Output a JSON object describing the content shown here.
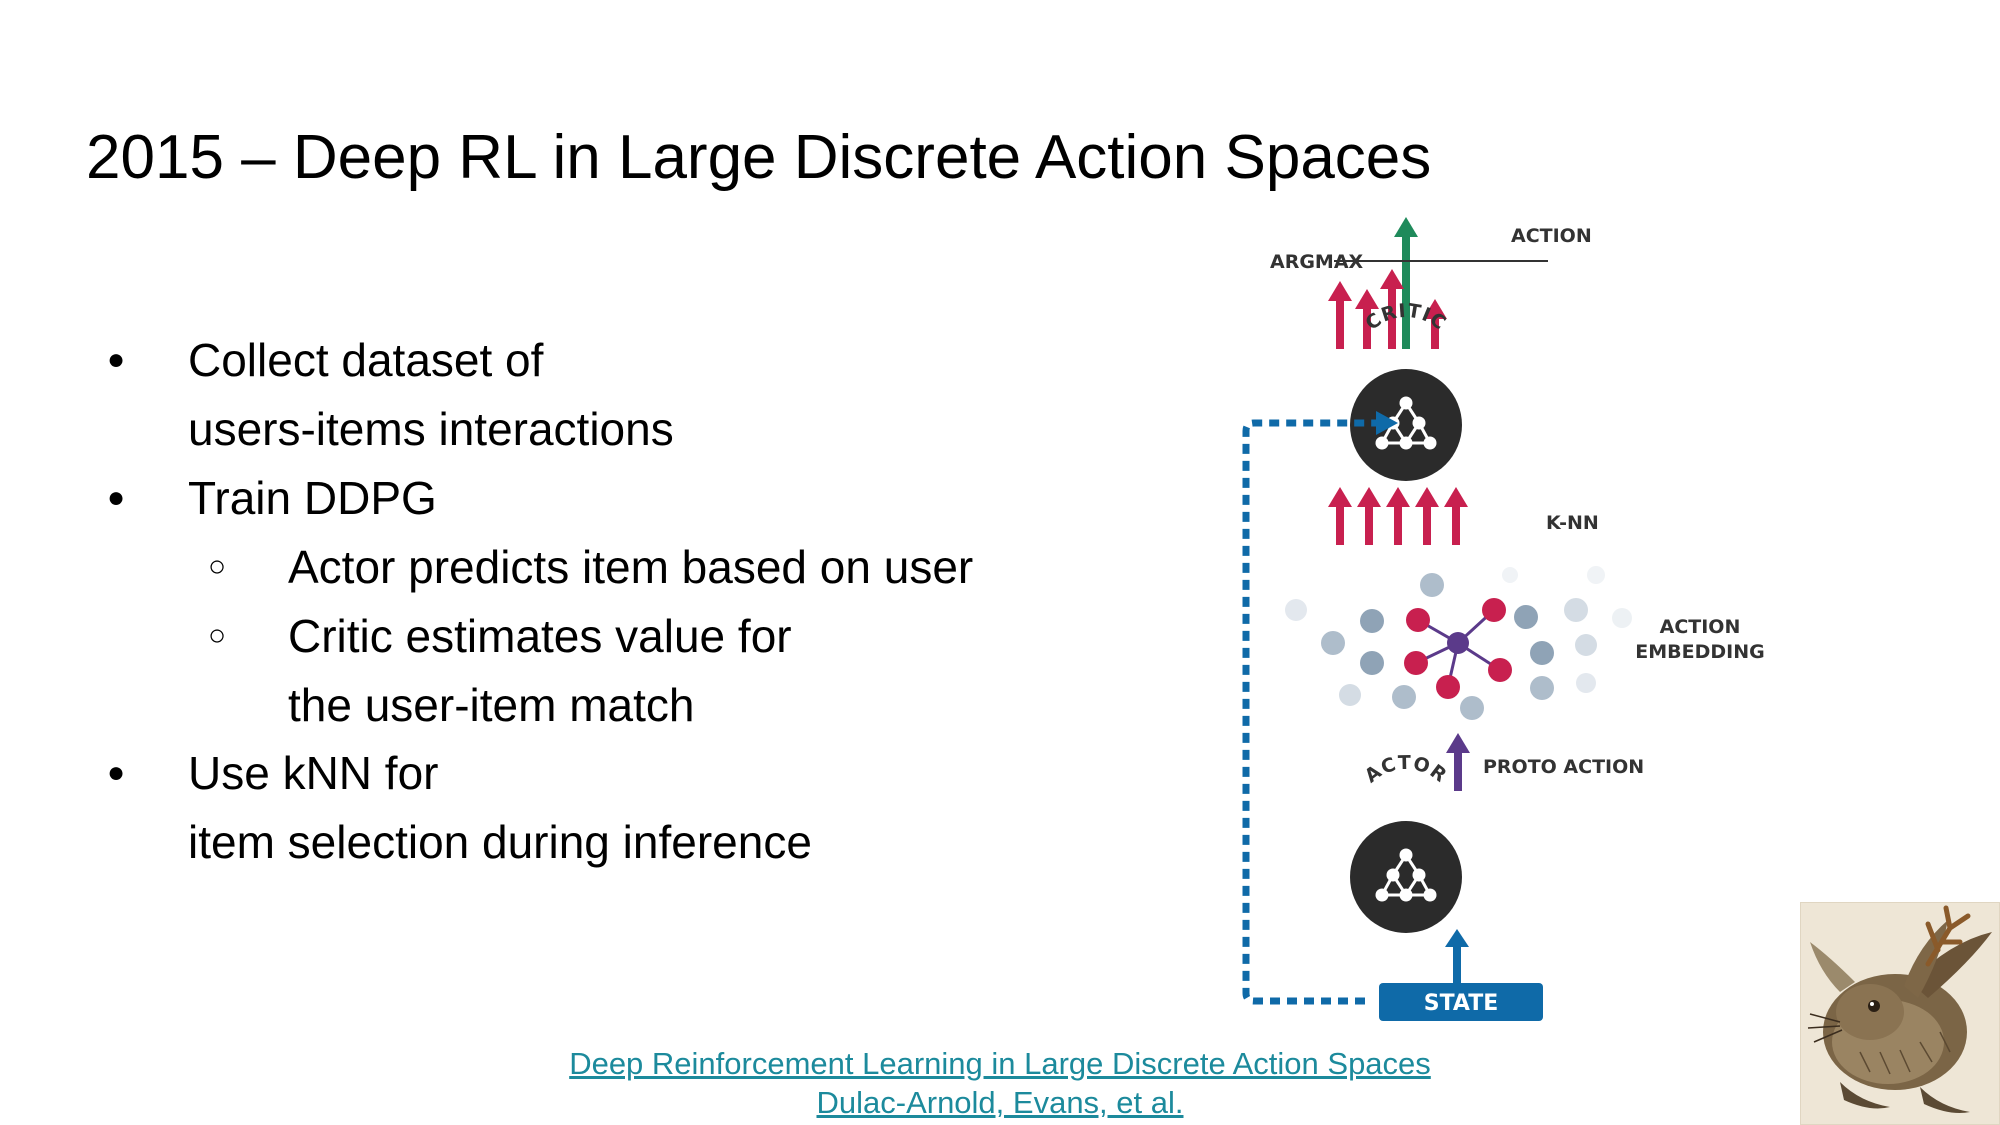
{
  "slide": {
    "title": "2015 – Deep RL in Large Discrete Action Spaces",
    "bullets": [
      {
        "level": 1,
        "lines": [
          "Collect dataset of",
          "users-items interactions"
        ]
      },
      {
        "level": 1,
        "lines": [
          "Train DDPG"
        ]
      },
      {
        "level": 2,
        "lines": [
          "Actor predicts item based on user"
        ]
      },
      {
        "level": 2,
        "lines": [
          "Critic estimates value for",
          "the user-item match"
        ]
      },
      {
        "level": 1,
        "lines": [
          "Use kNN for",
          "item selection during inference"
        ]
      }
    ],
    "bullet_glyphs": {
      "level1": "●",
      "level2": "○"
    },
    "reference": {
      "paper_title": "Deep Reinforcement Learning in Large Discrete Action Spaces",
      "authors": "Dulac-Arnold, Evans, et al."
    }
  },
  "diagram": {
    "labels": {
      "action": "ACTION",
      "argmax": "ARGMAX",
      "critic": "CRITIC",
      "knn": "K-NN",
      "action_embedding_1": "ACTION",
      "action_embedding_2": "EMBEDDING",
      "proto_action": "PROTO ACTION",
      "actor": "ACTOR",
      "state": "STATE"
    },
    "colors": {
      "action_arrow": "#1f8a5b",
      "critic_arrows": "#c8204f",
      "proto_arrow": "#5b3a8a",
      "state_blue": "#0f6aa8",
      "network_node": "#2b2b2b",
      "embedding_dots": "#8fa3b6"
    },
    "icons": {
      "network": "neural-network-icon",
      "decoration": "hare-illustration"
    }
  }
}
